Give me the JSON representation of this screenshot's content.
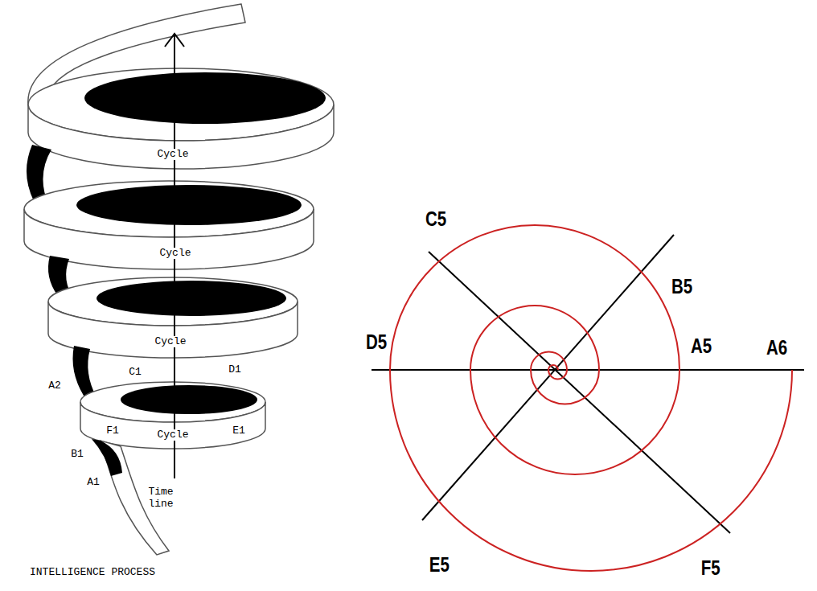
{
  "diagram": {
    "caption": "INTELLIGENCE PROCESS",
    "labels": [
      "Cycle",
      "Cycle",
      "Cycle",
      "A2",
      "C1",
      "D1",
      "F1",
      "Cycle",
      "E1",
      "B1",
      "A1",
      "Time line",
      "C5",
      "B5",
      "D5",
      "A5",
      "A6",
      "E5",
      "F5"
    ]
  }
}
